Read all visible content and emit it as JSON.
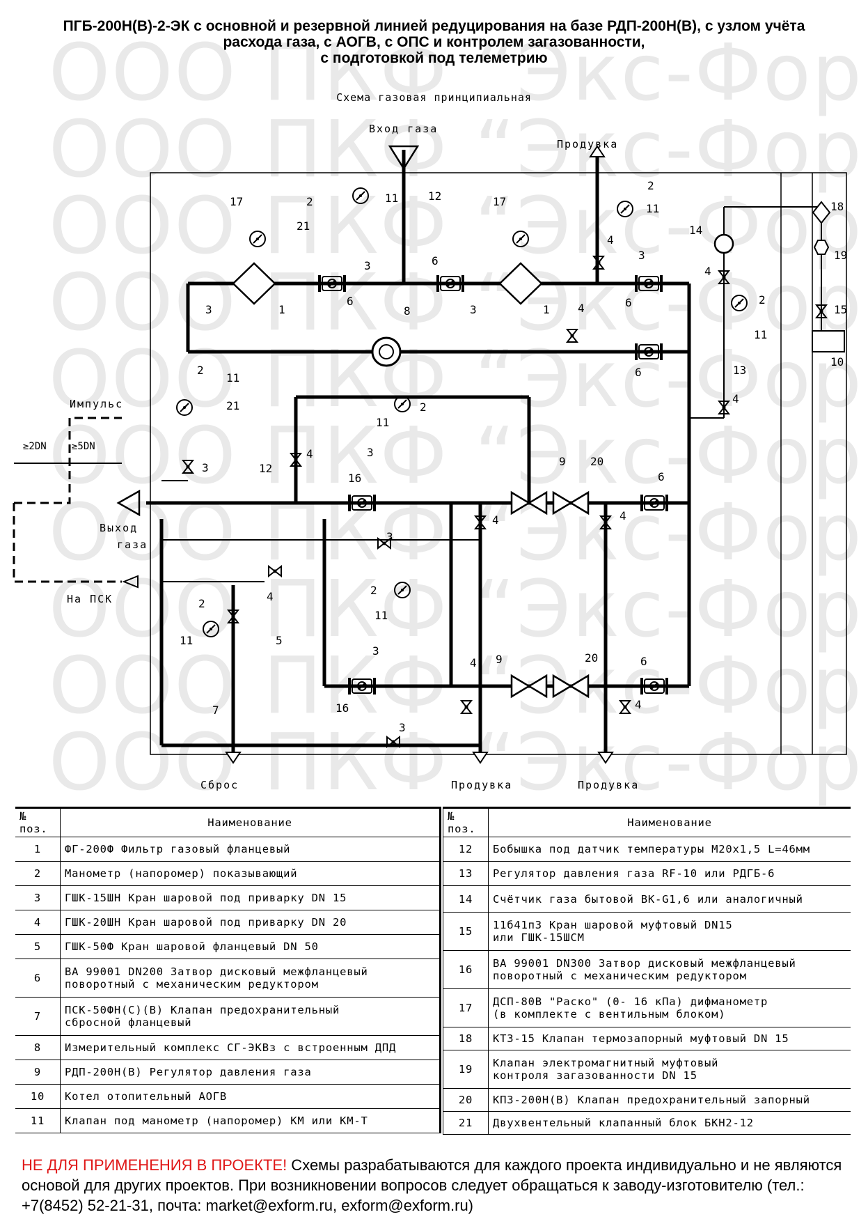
{
  "title": {
    "line1": "ПГБ-200Н(В)-2-ЭК с основной и резервной линией редуцирования на базе РДП-200Н(В), с узлом учёта",
    "line2": "расхода газа, с АОГВ, с ОПС и контролем загазованности,",
    "line3": "с подготовкой под телеметрию"
  },
  "subtitle": "Схема газовая принципиальная",
  "watermark": "ООО ПКФ “Экс-Форма”",
  "diagram_labels": {
    "gas_inlet": "Вход газа",
    "purge_top": "Продувка",
    "impulse": "Импульс",
    "dim_2dn": "≥2DN",
    "dim_5dn": "≥5DN",
    "gas_outlet_1": "Выход",
    "gas_outlet_2": "газа",
    "to_psk": "На ПСК",
    "discharge": "Сброс",
    "purge_bottom_1": "Продувка",
    "purge_bottom_2": "Продувка"
  },
  "table": {
    "header_pos": "№ поз.",
    "header_name": "Наименование",
    "left": [
      {
        "pos": "1",
        "name": "ФГ-200Ф Фильтр газовый фланцевый"
      },
      {
        "pos": "2",
        "name": "Манометр (напоромер) показывающий"
      },
      {
        "pos": "3",
        "name": "ГШК-15ШН Кран шаровой под приварку DN 15"
      },
      {
        "pos": "4",
        "name": "ГШК-20ШН Кран шаровой под приварку DN 20"
      },
      {
        "pos": "5",
        "name": "ГШК-50Ф Кран шаровой фланцевый DN 50"
      },
      {
        "pos": "6",
        "name": "ВА 99001 DN200 Затвор дисковый межфланцевый",
        "name2": "поворотный с механическим редуктором"
      },
      {
        "pos": "7",
        "name": "ПСК-50ФН(С)(В) Клапан предохранительный",
        "name2": "сбросной фланцевый"
      },
      {
        "pos": "8",
        "name": "Измерительный комплекс СГ-ЭКВз с встроенным ДПД"
      },
      {
        "pos": "9",
        "name": "РДП-200Н(В) Регулятор давления газа"
      },
      {
        "pos": "10",
        "name": "Котел отопительный АОГВ"
      },
      {
        "pos": "11",
        "name": "Клапан под манометр (напоромер) КМ или КМ-Т"
      }
    ],
    "right": [
      {
        "pos": "12",
        "name": "Бобышка под датчик температуры М20х1,5  L=46мм"
      },
      {
        "pos": "13",
        "name": "Регулятор давления газа RF-10 или РДГБ-6"
      },
      {
        "pos": "14",
        "name": "Счётчик газа бытовой ВК-G1,6 или аналогичный"
      },
      {
        "pos": "15",
        "name": "11б41п3 Кран шаровой муфтовый DN15",
        "name2": "или ГШК-15ШСМ"
      },
      {
        "pos": "16",
        "name": "ВА 99001 DN300 Затвор дисковый межфланцевый",
        "name2": "поворотный с механическим редуктором"
      },
      {
        "pos": "17",
        "name": "ДСП-80В \"Раско\" (0- 16 кПа) дифманометр",
        "name2": "(в комплекте с вентильным блоком)"
      },
      {
        "pos": "18",
        "name": "КТЗ-15 Клапан термозапорный муфтовый DN 15"
      },
      {
        "pos": "19",
        "name": "Клапан электромагнитный муфтовый",
        "name2": "контроля загазованности DN 15"
      },
      {
        "pos": "20",
        "name": "КПЗ-200Н(В) Клапан предохранительный запорный"
      },
      {
        "pos": "21",
        "name": "Двухвентельный клапанный блок БКН2-12"
      }
    ]
  },
  "note": {
    "warning": "НЕ ДЛЯ ПРИМЕНЕНИЯ В ПРОЕКТЕ!",
    "text": " Схемы разрабатываются для каждого проекта индивидуально и не являются основой для других проектов. При возникновении вопросов следует обращаться к заводу-изготовителю (тел.: +7(8452) 52-21-31, почта: market@exform.ru, exform@exform.ru)"
  },
  "colors": {
    "warning": "#e01818",
    "watermark": "#e9e9e9"
  }
}
